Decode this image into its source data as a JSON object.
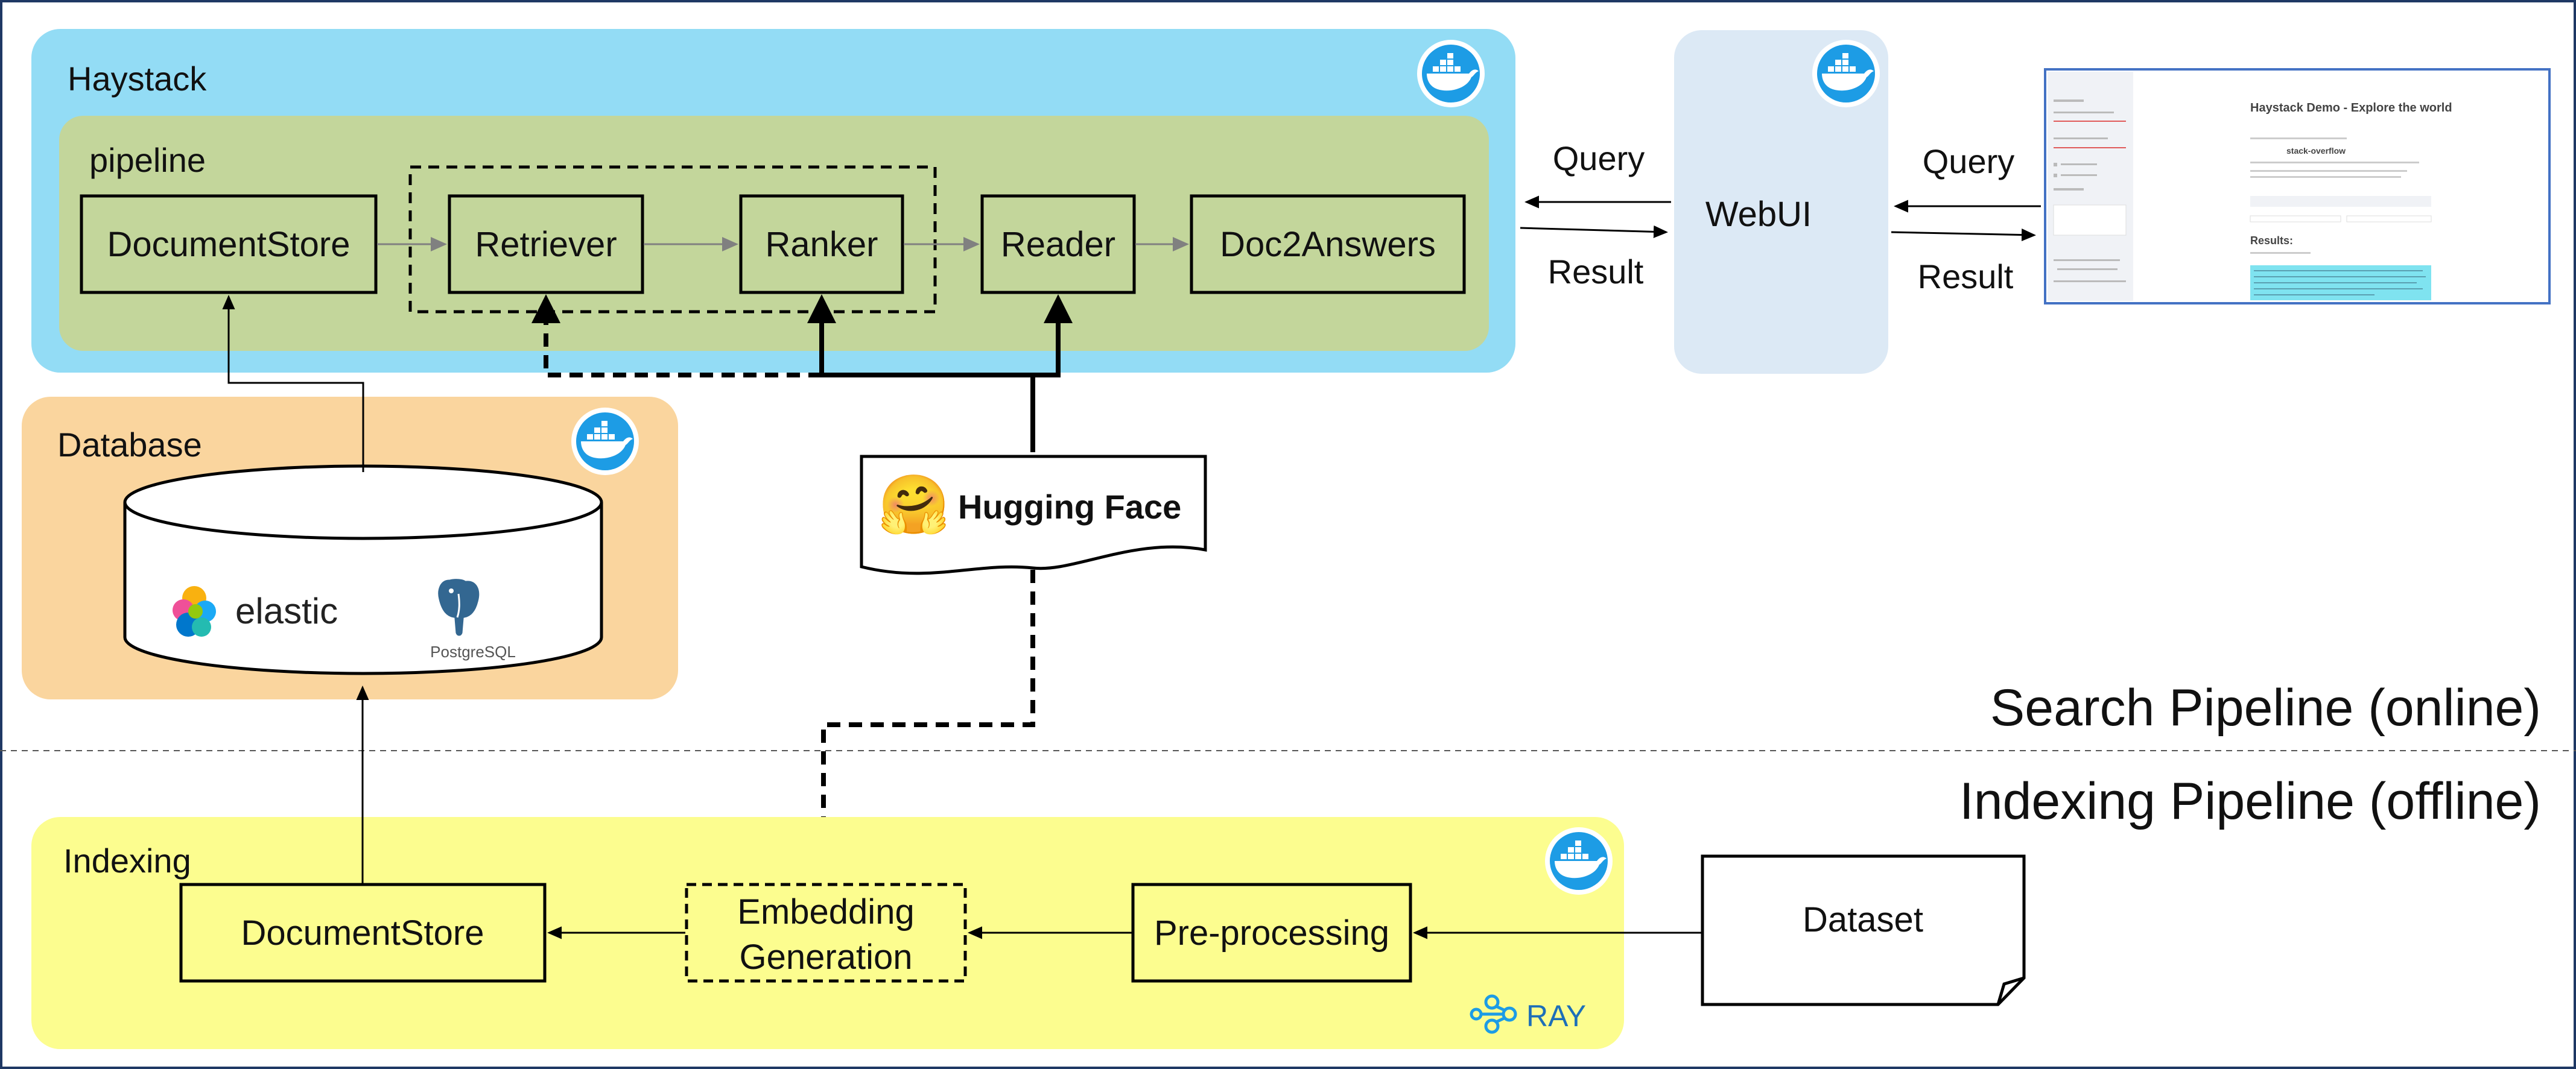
{
  "haystack": {
    "title": "Haystack",
    "pipeline_label": "pipeline",
    "nodes": {
      "document_store": "DocumentStore",
      "retriever": "Retriever",
      "ranker": "Ranker",
      "reader": "Reader",
      "doc2answers": "Doc2Answers"
    }
  },
  "database": {
    "title": "Database",
    "logos": {
      "elastic": "elastic",
      "postgres": "PostgreSQL"
    }
  },
  "hugging_face": {
    "label": "Hugging Face",
    "emoji": "🤗"
  },
  "webui": {
    "label": "WebUI",
    "query_left": "Query",
    "result_left": "Result",
    "query_right": "Query",
    "result_right": "Result"
  },
  "screenshot": {
    "title": "Haystack Demo - Explore the world",
    "subtitle": "stack-overflow",
    "results_heading": "Results:"
  },
  "sections": {
    "search": "Search Pipeline (online)",
    "indexing": "Indexing Pipeline (offline)"
  },
  "indexing": {
    "title": "Indexing",
    "nodes": {
      "document_store": "DocumentStore",
      "embedding_line1": "Embedding",
      "embedding_line2": "Generation",
      "preprocessing": "Pre-processing"
    },
    "ray_label": "RAY"
  },
  "dataset": {
    "label": "Dataset"
  },
  "colors": {
    "haystack_bg": "#93dcf5",
    "pipeline_bg": "#c3d69b",
    "database_bg": "#fad59e",
    "indexing_bg": "#fcfd8f",
    "webui_bg": "#dce9f5",
    "docker_blue": "#1d9ce5",
    "frame": "#1f3864"
  },
  "icons": [
    "docker-icon",
    "elastic-logo",
    "postgresql-logo",
    "hugging-face-logo",
    "ray-logo"
  ]
}
